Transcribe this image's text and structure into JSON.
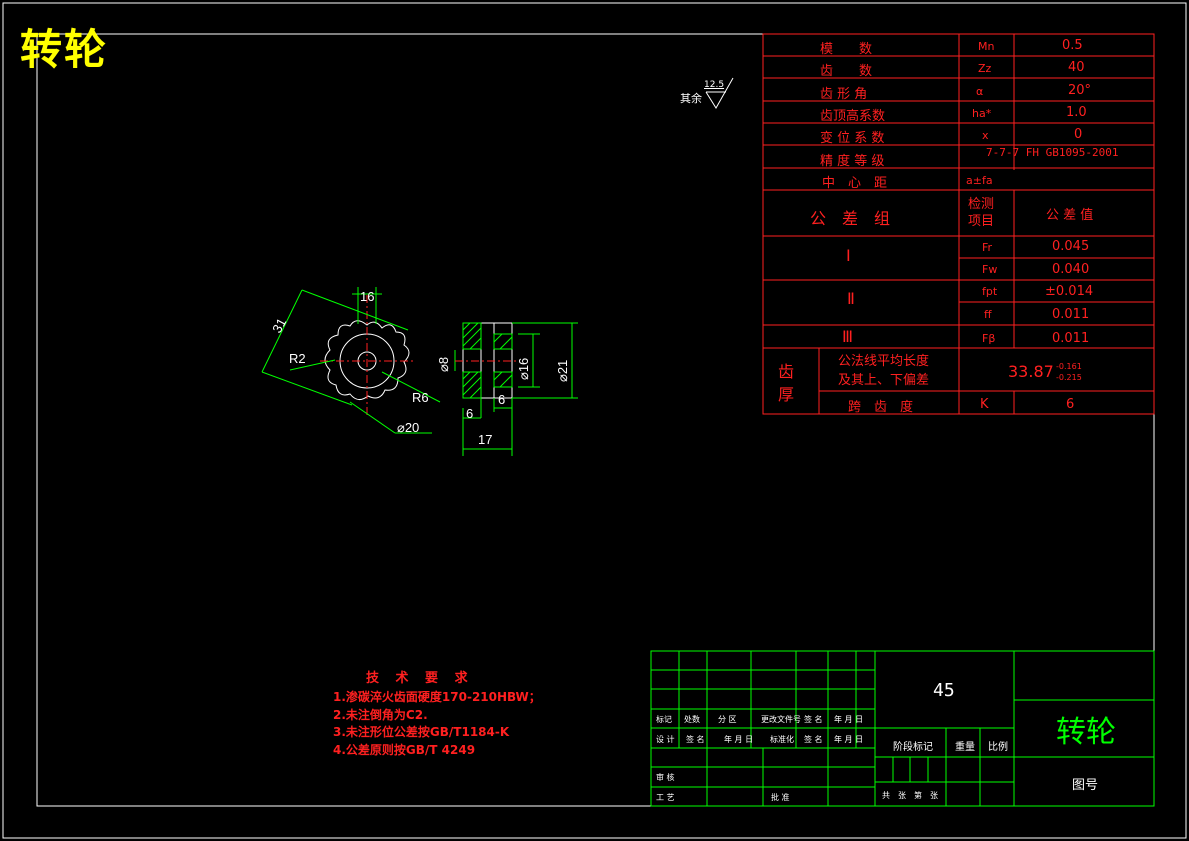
{
  "drawing": {
    "corner_title": "转轮",
    "roughness": {
      "prefix": "其余",
      "value": "12.5"
    }
  },
  "params": {
    "module": {
      "label": "模　　数",
      "symbol": "Mn",
      "value": "0.5"
    },
    "teeth": {
      "label": "齿　　数",
      "symbol": "Zz",
      "value": "40"
    },
    "pressure_angle": {
      "label": "齿 形 角",
      "symbol": "α",
      "value": "20°"
    },
    "addendum": {
      "label": "齿顶高系数",
      "symbol": "ha*",
      "value": "1.0"
    },
    "shift": {
      "label": "变 位 系 数",
      "symbol": "x",
      "value": "0"
    },
    "accuracy": {
      "label": "精 度 等 级",
      "value": "7-7-7 FH GB1095-2001"
    },
    "center": {
      "label": "中　心　距",
      "symbol": "a±fa",
      "value": ""
    },
    "tol_group": {
      "label": "公　差　组",
      "item_label": "检测\n项目",
      "value_label": "公 差 值"
    },
    "group1": {
      "label": "Ⅰ",
      "rows": [
        {
          "symbol": "Fr",
          "value": "0.045"
        },
        {
          "symbol": "Fw",
          "value": "0.040"
        }
      ]
    },
    "group2": {
      "label": "Ⅱ",
      "rows": [
        {
          "symbol": "fpt",
          "value": "±0.014"
        },
        {
          "symbol": "ff",
          "value": "0.011"
        }
      ]
    },
    "group3": {
      "label": "Ⅲ",
      "rows": [
        {
          "symbol": "Fβ",
          "value": "0.011"
        }
      ]
    },
    "thickness": {
      "label_1": "齿",
      "label_2": "厚",
      "normal_len_1": "公法线平均长度",
      "normal_len_2": "及其上、下偏差",
      "normal_len_value": "33.87",
      "upper_dev": "-0.161",
      "lower_dev": "-0.215",
      "span_label": "跨　齿　度",
      "span_symbol": "K",
      "span_value": "6"
    }
  },
  "dimensions": {
    "d16": "16",
    "d31": "31",
    "r2": "R2",
    "r6": "R6",
    "d20": "⌀20",
    "dia8": "⌀8",
    "dia16": "⌀16",
    "dia21": "⌀21",
    "w6a": "6",
    "w6b": "6",
    "w17": "17"
  },
  "tech_req": {
    "title": "技 术 要 求",
    "items": [
      "1.渗碳淬火齿面硬度170-210HBW；",
      "2.未注倒角为C2.",
      "3.未注形位公差按GB/T1184-K",
      "4.公差原则按GB/T 4249"
    ]
  },
  "title_block": {
    "material": "45",
    "part_name": "转轮",
    "drawing_no_label": "图号",
    "row_labels_a": [
      "标记",
      "处数",
      "分 区",
      "更改文件号",
      "签 名",
      "年 月 日"
    ],
    "row_labels_b": [
      "设 计",
      "签 名",
      "年 月 日",
      "标准化",
      "签 名",
      "年 月 日"
    ],
    "stage_label": "阶段标记",
    "weight_label": "重量",
    "scale_label": "比例",
    "review_label": "审 核",
    "process_label": "工 艺",
    "approve_label": "批 准",
    "sheet_label": "共　张　第　张"
  },
  "colors": {
    "frame": "#ffffff",
    "table_lines": "#ff2020",
    "table_text": "#ff2020",
    "geometry": "#ffffff",
    "dimension": "#00ff00",
    "hatch": "#00ff00",
    "centerline": "#ff2020",
    "title": "#ffff00",
    "background": "#000000"
  }
}
